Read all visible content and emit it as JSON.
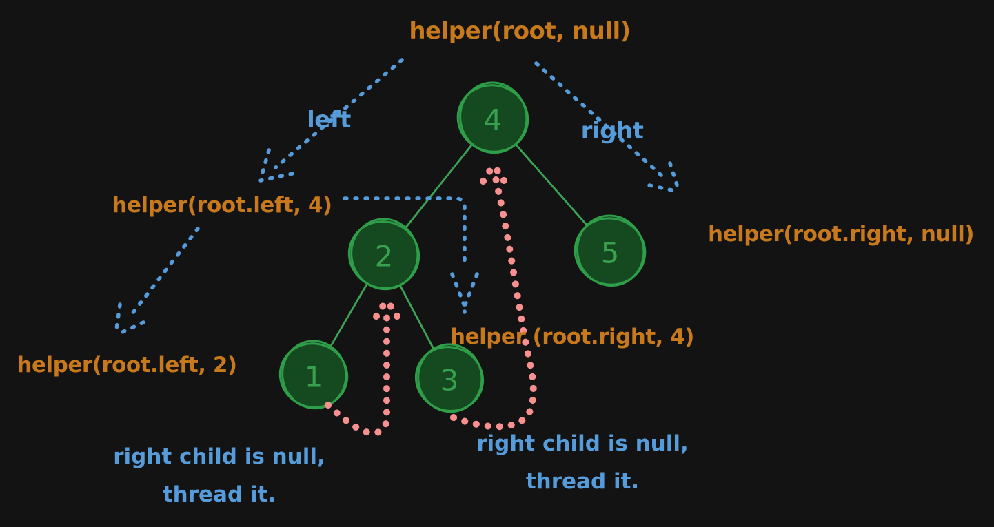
{
  "title": "Morris traversal threading diagram",
  "colors": {
    "background": "#131313",
    "call_text_orange": "#c8791b",
    "recursion_blue": "#569cda",
    "thread_pink": "#f99090",
    "node_fill_green": "#154a20",
    "node_stroke_green": "#2e9e49",
    "node_digit_green": "#38a04e",
    "edge_green": "#3da455"
  },
  "labels": {
    "root_call": "helper(root, null)",
    "left_branch": "left",
    "right_branch": "right",
    "left_call": "helper(root.left, 4)",
    "right_call": "helper(root.right, null)",
    "left_left_call": "helper(root.left, 2)",
    "mid_call": "helper (root.right, 4)",
    "note_left_line1": "right child is null,",
    "note_left_line2": "thread it.",
    "note_right_line1": "right child is null,",
    "note_right_line2": "thread it."
  },
  "tree": {
    "nodes": [
      {
        "value": "4",
        "role": "root"
      },
      {
        "value": "2",
        "role": "left child of 4"
      },
      {
        "value": "5",
        "role": "right child of 4"
      },
      {
        "value": "1",
        "role": "left child of 2"
      },
      {
        "value": "3",
        "role": "right child of 2"
      }
    ],
    "edges": [
      "4-2",
      "4-5",
      "2-1",
      "2-3"
    ],
    "threads": [
      "1 → 2 (pink dotted)",
      "3 → 4 (pink dotted)"
    ]
  }
}
